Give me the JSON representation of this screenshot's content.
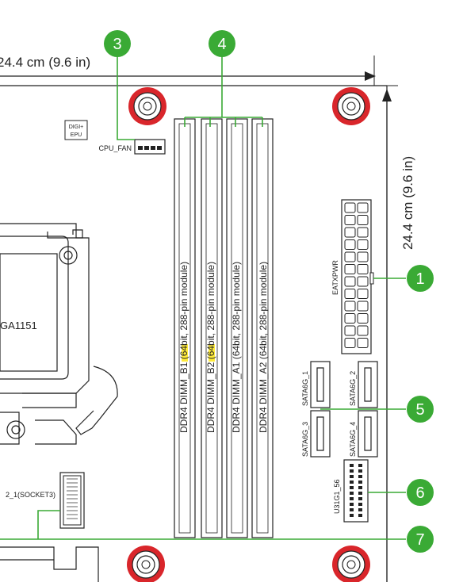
{
  "dimensions": {
    "width_label": "24.4 cm (9.6 in)",
    "height_label": "24.4 cm (9.6 in)"
  },
  "callouts": [
    {
      "number": "1",
      "target": "EATXPWR"
    },
    {
      "number": "3",
      "target": "CPU_FAN"
    },
    {
      "number": "4",
      "target": "DDR4 DIMM slots"
    },
    {
      "number": "5",
      "target": "SATA6G ports"
    },
    {
      "number": "6",
      "target": "U31G1_56"
    },
    {
      "number": "7",
      "target": "M.2 socket"
    }
  ],
  "labels": {
    "digi_epu_line1": "DIGI+",
    "digi_epu_line2": "EPU",
    "cpu_fan": "CPU_FAN",
    "eatxpwr": "EATXPWR",
    "socket": "GA1151",
    "m2": "2_1(SOCKET3)",
    "u31g1": "U31G1_56",
    "sata1": "SATA6G_1",
    "sata2": "SATA6G_2",
    "sata3": "SATA6G_3",
    "sata4": "SATA6G_4"
  },
  "dimm_slots": [
    {
      "prefix": "DDR4 DIMM_",
      "id": "B1",
      "suffix": " (64bit, 288-pin module)",
      "highlight": true
    },
    {
      "prefix": "DDR4 DIMM_",
      "id": "B2",
      "suffix": " (64bit, 288-pin module)",
      "highlight": true
    },
    {
      "prefix": "DDR4 DIMM_",
      "id": "A1",
      "suffix": " (64bit, 288-pin module)",
      "highlight": false
    },
    {
      "prefix": "DDR4 DIMM_",
      "id": "A2",
      "suffix": " (64bit, 288-pin module)",
      "highlight": false
    }
  ],
  "colors": {
    "callout_green": "#3aaa35",
    "leader_green": "#3aaa35",
    "mount_red": "#d9262b",
    "highlight_yellow": "#ffeb3b"
  }
}
